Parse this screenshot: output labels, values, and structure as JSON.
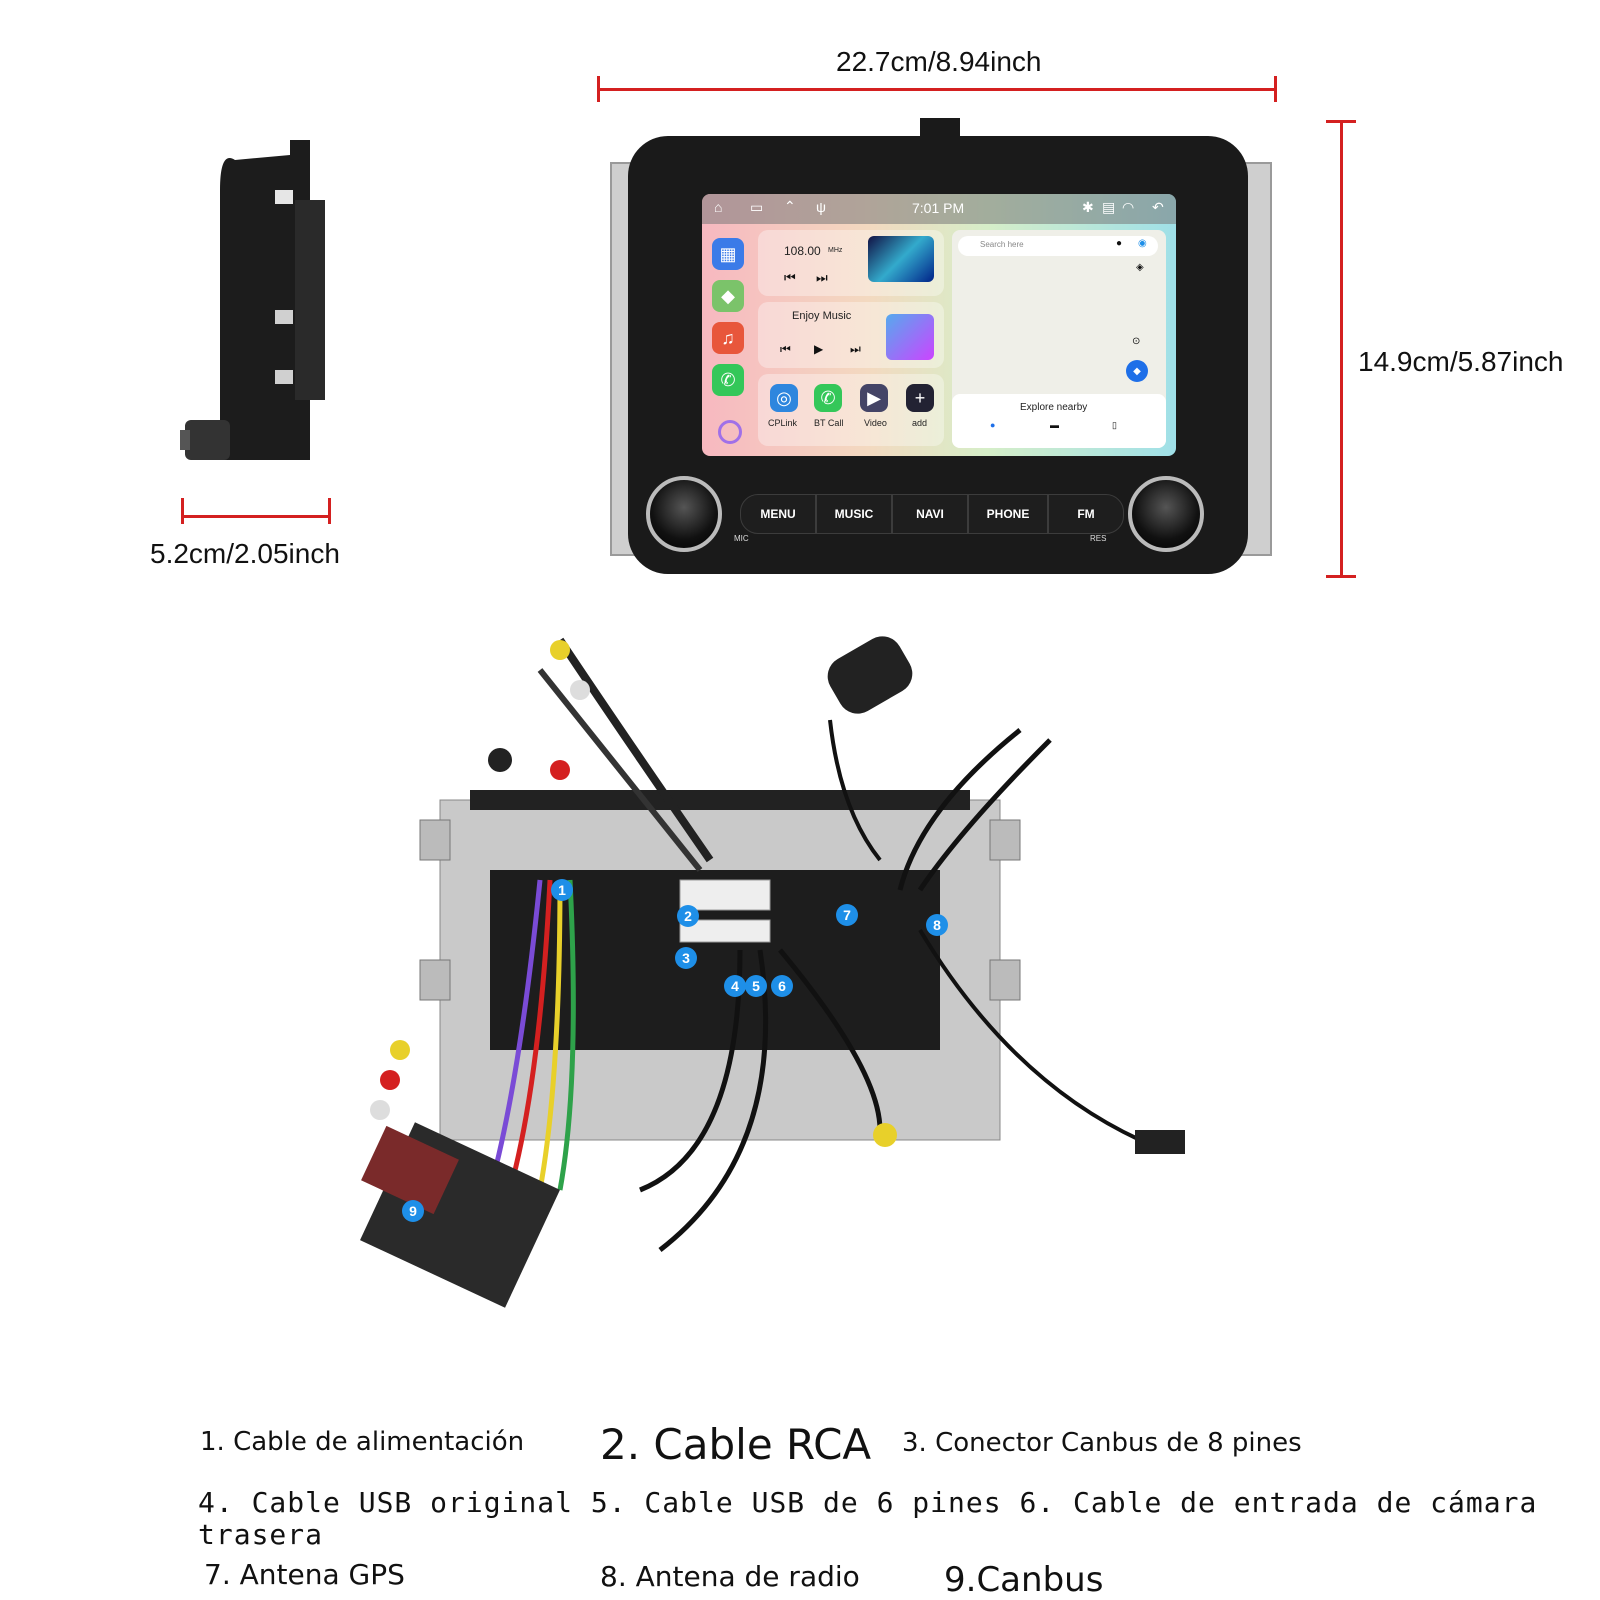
{
  "dimensions": {
    "width_label": "22.7cm/8.94inch",
    "height_label": "14.9cm/5.87inch",
    "depth_label": "5.2cm/2.05inch"
  },
  "screen": {
    "status_time": "7:01 PM",
    "radio_freq": "108.00",
    "radio_unit": "MHz",
    "music_title": "Enjoy Music",
    "search_placeholder": "Search here",
    "explore": "Explore nearby",
    "apps": [
      "CPLink",
      "BT Call",
      "Video",
      "add"
    ]
  },
  "hardware_buttons": [
    "MENU",
    "MUSIC",
    "NAVI",
    "PHONE",
    "FM"
  ],
  "hardware_labels": {
    "mic": "MIC",
    "res": "RES"
  },
  "callouts": [
    "1",
    "2",
    "3",
    "4",
    "5",
    "6",
    "7",
    "8",
    "9"
  ],
  "legend": {
    "item1": "1. Cable de alimentación",
    "item2": "2. Cable RCA",
    "item3": "3. Conector Canbus de 8 pines",
    "line2": "4. Cable USB original 5. Cable USB de 6 pines 6. Cable de entrada de cámara",
    "line2_cont": "trasera",
    "item7": "7. Antena GPS",
    "item8": "8. Antena de radio",
    "item9": "9.Canbus"
  },
  "colors": {
    "dimension_line": "#d42020",
    "callout_badge": "#1e8fe8",
    "unit_body": "#1a1a1a"
  }
}
